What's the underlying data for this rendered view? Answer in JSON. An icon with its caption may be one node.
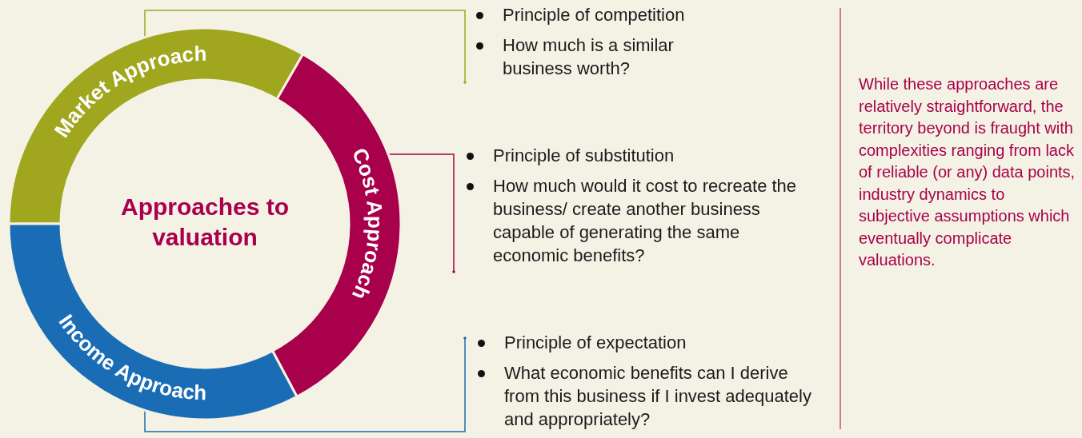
{
  "diagram": {
    "title": "Approaches to valuation",
    "nodes": [
      {
        "text": [
          "Market Approach"
        ]
      },
      {
        "text": [
          "Cost Approach"
        ]
      },
      {
        "text": [
          "Income Approach"
        ]
      },
      {
        "text": [
          "Principle of competition",
          "How much is a similar business worth?"
        ]
      },
      {
        "text": [
          "Principle of substitution",
          "How much would it cost to recreate the business/ create another business capable of generating the same economic benefits?"
        ]
      },
      {
        "text": [
          "Principle of expectation",
          "What economic benefits can I derive from this business if I invest adequately and appropriately?"
        ]
      }
    ],
    "edges": [
      {
        "from": 0,
        "to": 3,
        "arrow": "other",
        "color": "#a0a61e"
      },
      {
        "from": 1,
        "to": 4,
        "arrow": "other",
        "color": "#a8004a"
      },
      {
        "from": 2,
        "to": 5,
        "arrow": "other",
        "color": "#1a6db5"
      }
    ],
    "labels": [
      "While these approaches are relatively straightforward, the territory beyond is fraught with complexities ranging from lack of reliable (or any) data points, industry dynamics to subjective assumptions which eventually complicate valuations."
    ]
  }
}
